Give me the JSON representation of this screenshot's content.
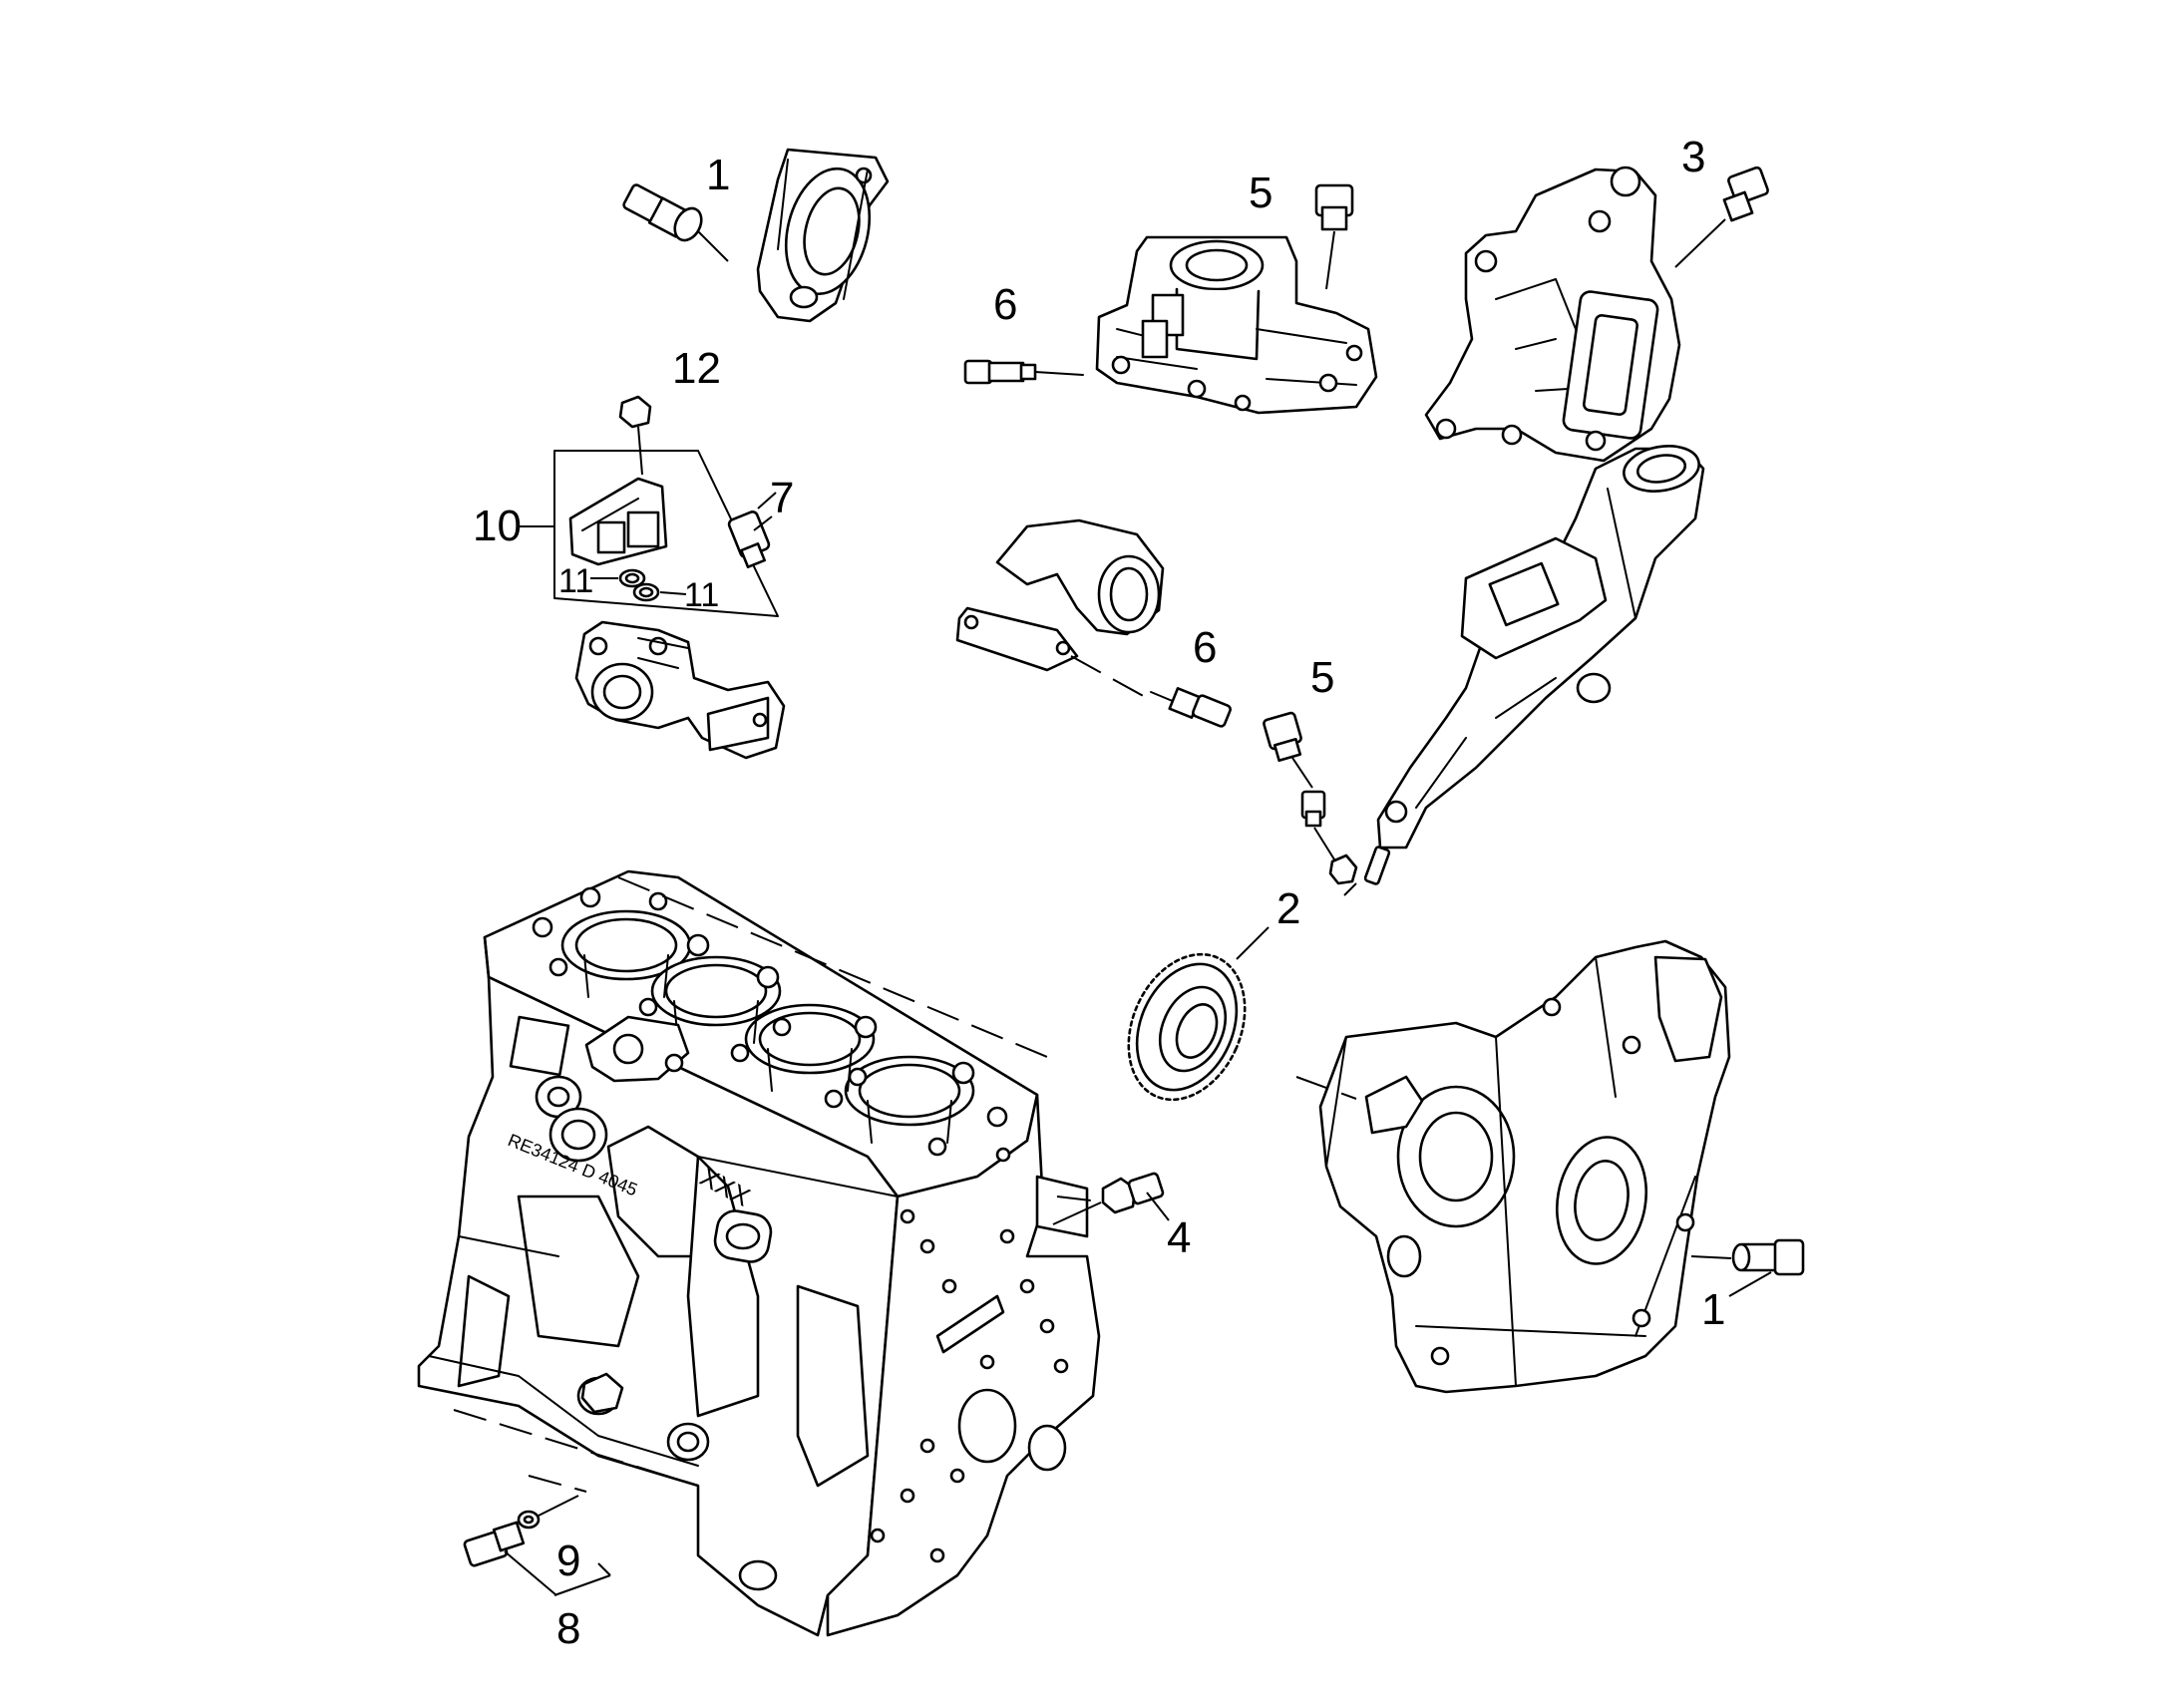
{
  "callouts": {
    "c1_top": "1",
    "c1_right": "1",
    "c2": "2",
    "c3": "3",
    "c4": "4",
    "c5_top": "5",
    "c5_mid": "5",
    "c6_top": "6",
    "c6_mid": "6",
    "c7": "7",
    "c8": "8",
    "c9": "9",
    "c10": "10",
    "c11_left": "11",
    "c11_right": "11",
    "c12": "12"
  },
  "markings": {
    "block_code": "XXX",
    "block_serial": "RE34124 D 4045"
  }
}
